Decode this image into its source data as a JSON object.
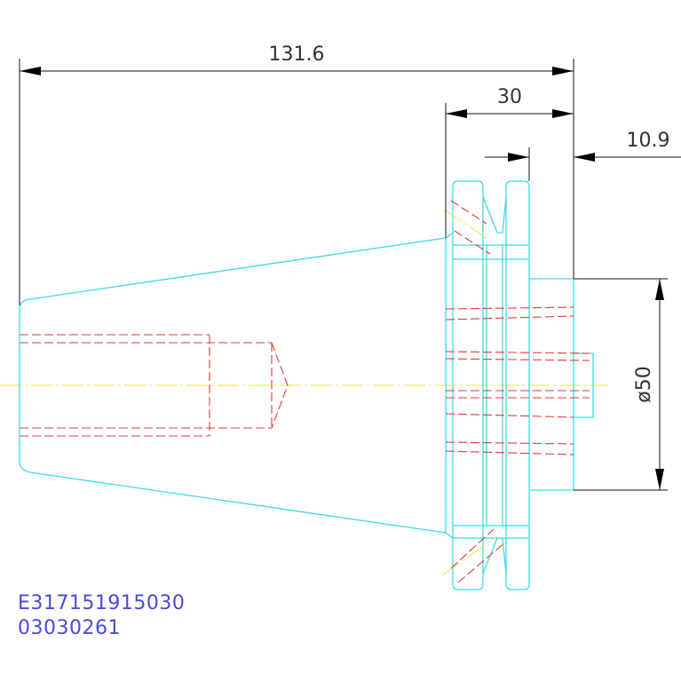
{
  "dimensions": {
    "overall_length": "131.6",
    "flange_width": "30",
    "pilot_length": "10.9",
    "pilot_diameter": "ø50"
  },
  "part_code": {
    "line1": "E317151915030",
    "line2": "03030261"
  },
  "colors": {
    "outline": "#3fd9e8",
    "hidden": "#e23b3b",
    "centerline": "#f0e24a",
    "dimension": "#111111",
    "text": "#333333",
    "code": "#4a4ad8"
  }
}
